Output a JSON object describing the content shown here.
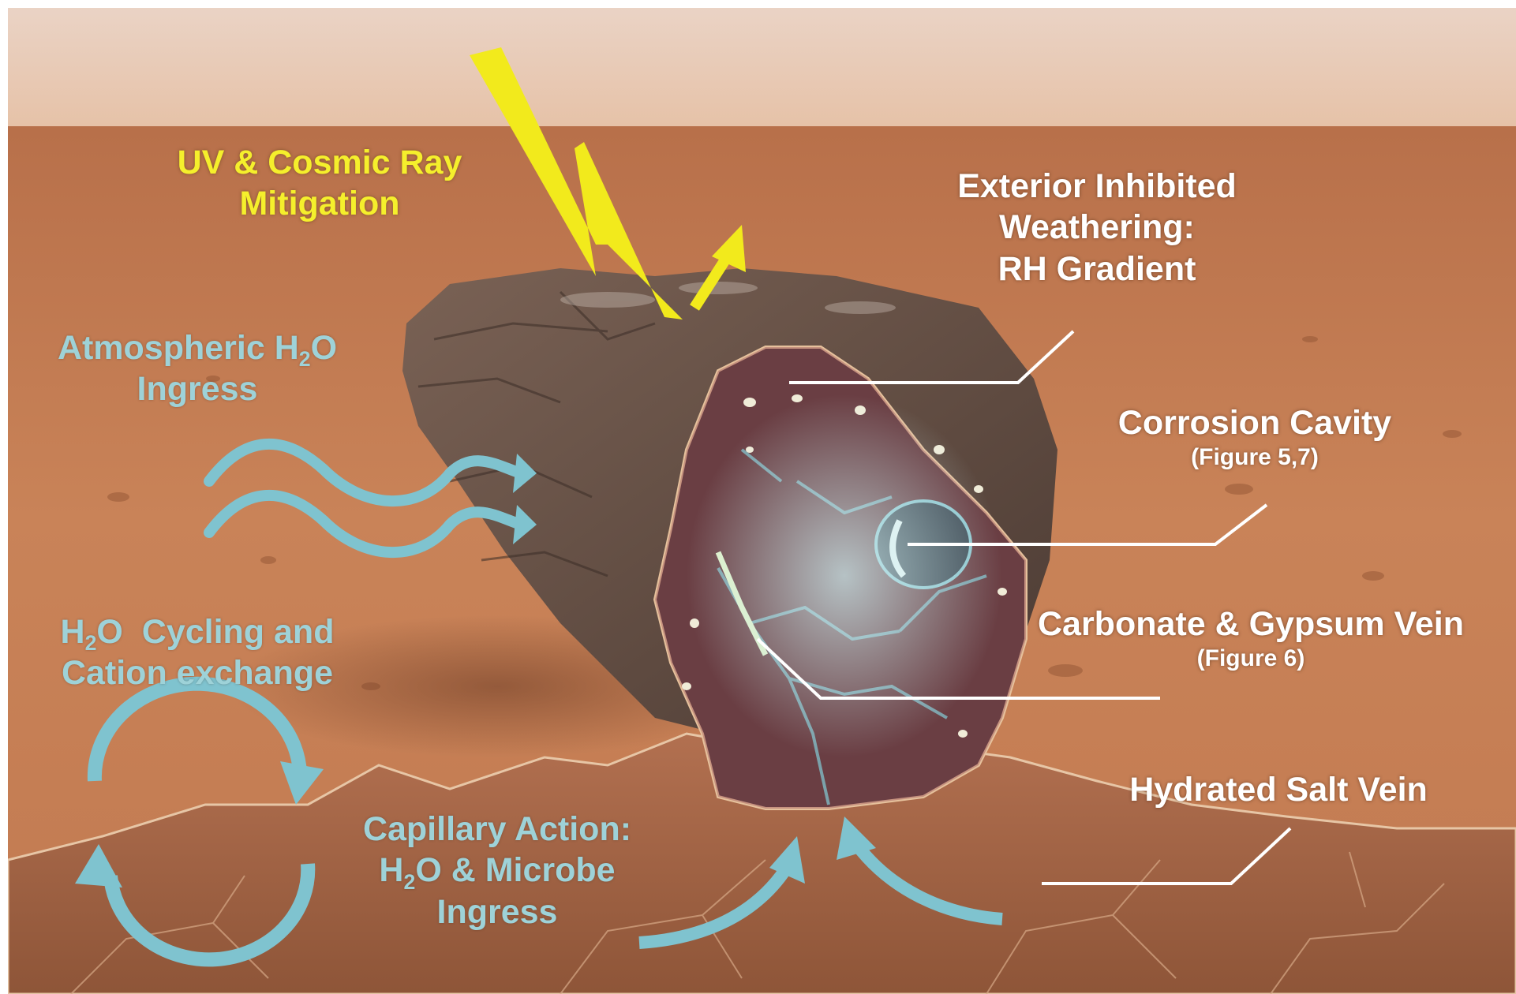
{
  "colors": {
    "sky": "#eed6c4",
    "ground": "#c97d52",
    "rock": "#6b5548",
    "label_yellow": "#f5ef2c",
    "label_white": "#ffffff",
    "label_blue": "#9ed2d8",
    "arrow_blue": "#7fc3cf"
  },
  "labels": {
    "uv": {
      "line1": "UV & Cosmic Ray",
      "line2": "Mitigation"
    },
    "exterior": {
      "line1": "Exterior Inhibited",
      "line2": "Weathering:",
      "line3": "RH Gradient"
    },
    "atmospheric": {
      "pre": "Atmospheric H",
      "sub": "2",
      "post": "O",
      "line2": "Ingress"
    },
    "corrosion": {
      "title": "Corrosion Cavity",
      "ref": "(Figure 5,7)"
    },
    "cycling": {
      "pre": "H",
      "sub": "2",
      "post": "O  Cycling and",
      "line2": "Cation exchange"
    },
    "carbonate": {
      "title": "Carbonate & Gypsum Vein",
      "ref": "(Figure 6)"
    },
    "capillary": {
      "line1": "Capillary Action:",
      "pre": "H",
      "sub": "2",
      "post": "O & Microbe",
      "line3": "Ingress"
    },
    "hydrated": {
      "title": "Hydrated Salt Vein"
    }
  },
  "icons": [
    "lightning-bolt-icon",
    "reflected-arrow-icon",
    "wave-arrow-icon",
    "cycle-arrows-icon",
    "upward-arrow-icon"
  ]
}
